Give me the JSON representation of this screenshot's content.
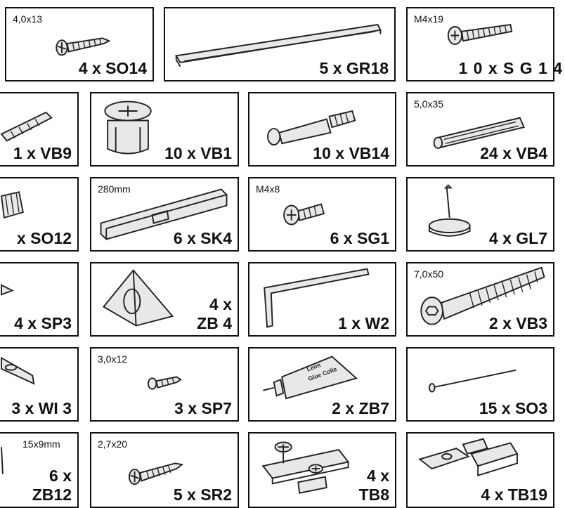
{
  "items": [
    {
      "dim": "4,0x13",
      "qty": "4 x SO14",
      "icon": "screw-icon"
    },
    {
      "dim": "",
      "qty": "5 x GR18",
      "icon": "rail-icon"
    },
    {
      "dim": "M4x19",
      "qty": "1 0 x S G 1 4",
      "icon": "machine-screw-icon"
    },
    {
      "dim": "",
      "qty": "1 x VB9",
      "icon": "wall-plug-icon"
    },
    {
      "dim": "",
      "qty": "10 x VB1",
      "icon": "cam-lock-icon"
    },
    {
      "dim": "",
      "qty": "10 x VB14",
      "icon": "connector-bolt-icon"
    },
    {
      "dim": "5,0x35",
      "qty": "24 x VB4",
      "icon": "wooden-dowel-icon"
    },
    {
      "dim": "",
      "qty": "x SO12",
      "icon": "insert-nut-icon"
    },
    {
      "dim": "280mm",
      "qty": "6 x SK4",
      "icon": "profile-rail-icon"
    },
    {
      "dim": "M4x8",
      "qty": "6 x SG1",
      "icon": "machine-screw-icon"
    },
    {
      "dim": "",
      "qty": "4 x GL7",
      "icon": "glide-nail-icon"
    },
    {
      "dim": "",
      "qty": "4 x SP3",
      "icon": "screw-icon"
    },
    {
      "dim": "",
      "qty_line1": "4 x",
      "qty_line2": "ZB 4",
      "icon": "corner-bracket-icon"
    },
    {
      "dim": "",
      "qty": "1 x W2",
      "icon": "allen-key-icon"
    },
    {
      "dim": "7,0x50",
      "qty": "2 x VB3",
      "icon": "confirmat-screw-icon"
    },
    {
      "dim": "",
      "qty": "3 x WI 3",
      "icon": "angle-bracket-icon"
    },
    {
      "dim": "3,0x12",
      "qty": "3 x SP7",
      "icon": "screw-icon"
    },
    {
      "dim": "",
      "qty": "2 x ZB7",
      "icon": "glue-tube-icon"
    },
    {
      "dim": "",
      "qty": "15 x SO3",
      "icon": "nail-icon"
    },
    {
      "dim": "15x9mm",
      "qty_line1": "6 x",
      "qty_line2": "ZB12",
      "icon": "cover-cap-icon"
    },
    {
      "dim": "2,7x20",
      "qty": "5 x SR2",
      "icon": "screw-icon"
    },
    {
      "dim": "",
      "qty_line1": "4 x",
      "qty_line2": "TB8",
      "icon": "mounting-plate-icon"
    },
    {
      "dim": "",
      "qty": "4 x TB19",
      "icon": "hinge-icon"
    }
  ],
  "glue_label_line1": "Leim",
  "glue_label_line2": "Glue Colle"
}
